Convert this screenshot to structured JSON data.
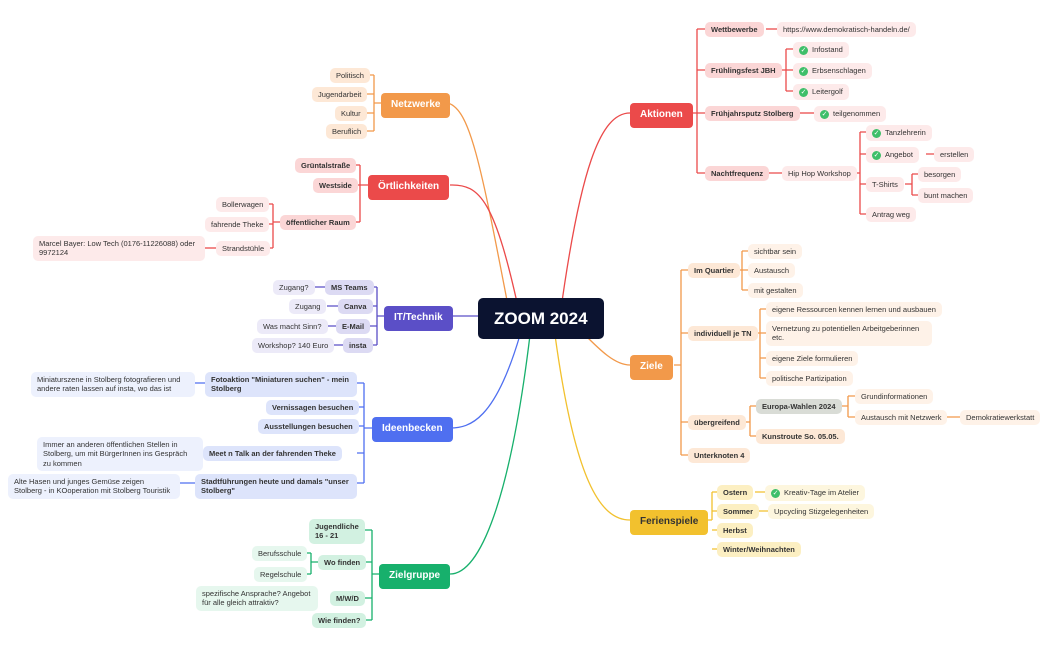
{
  "title": "ZOOM 2024",
  "colors": {
    "root_bg": "#0b1330",
    "Netzwerke": "#f2994a",
    "Oertlichkeiten": "#eb4a4a",
    "IT": "#5b4fc7",
    "Ideenbecken": "#4f6ff0",
    "Zielgruppe": "#17b06c",
    "Aktionen": "#eb4a4a",
    "Ziele": "#f2994a",
    "Ferienspiele": "#f2c12e"
  },
  "branches": {
    "netzwerke": {
      "label": "Netzwerke",
      "children": [
        "Politisch",
        "Jugendarbeit",
        "Kultur",
        "Beruflich"
      ]
    },
    "oertlichkeiten": {
      "label": "Örtlichkeiten",
      "gruental": "Grüntalstraße",
      "westside": "Westside",
      "oeffentlich": "öffentlicher Raum",
      "bollerwagen": "Bollerwagen",
      "theke": "fahrende Theke",
      "strandstuehle": "Strandstühle",
      "marcel": "Marcel Bayer: Low Tech (0176-11226088) oder 9972124"
    },
    "it": {
      "label": "IT/Technik",
      "items": [
        {
          "label": "MS Teams",
          "note": "Zugang?"
        },
        {
          "label": "Canva",
          "note": "Zugang"
        },
        {
          "label": "E-Mail",
          "note": "Was macht Sinn?"
        },
        {
          "label": "insta",
          "note": "Workshop? 140 Euro"
        }
      ]
    },
    "ideenbecken": {
      "label": "Ideenbecken",
      "fotoaktion": "Fotoaktion \"Miniaturen suchen\" - mein Stolberg",
      "fotoaktion_note": "Miniaturszene in Stolberg fotografieren und andere raten lassen auf insta, wo das ist",
      "vernissagen": "Vernissagen besuchen",
      "ausstellungen": "Ausstellungen besuchen",
      "meet": "Meet n Talk an der fahrenden Theke",
      "meet_note": "Immer an anderen öffentlichen Stellen in Stolberg, um mit BürgerInnen ins Gespräch zu kommen",
      "stadt": "Stadtführungen heute und damals \"unser Stolberg\"",
      "stadt_note": "Alte Hasen und junges Gemüse zeigen Stolberg - in KOoperation mit Stolberg Touristik"
    },
    "zielgruppe": {
      "label": "Zielgruppe",
      "jugendliche": "Jugendliche 16 - 21",
      "wofinden": "Wo finden",
      "berufsschule": "Berufsschule",
      "regelschule": "Regelschule",
      "mwd": "M/W/D",
      "mwd_note": "spezifische Ansprache? Angebot für alle gleich attraktiv?",
      "wiefinden": "Wie finden?"
    },
    "aktionen": {
      "label": "Aktionen",
      "wettbewerbe": "Wettbewerbe",
      "url": "https://www.demokratisch-handeln.de/",
      "fruehlingsfest": "Frühlingsfest JBH",
      "infostand": "Infostand",
      "erbsenschlagen": "Erbsenschlagen",
      "leitergolf": "Leitergolf",
      "putz": "Frühjahrsputz Stolberg",
      "teilgenommen": "teilgenommen",
      "nachtfrequenz": "Nachtfrequenz",
      "hiphop": "Hip Hop Workshop",
      "tanzlehrerin": "Tanzlehrerin",
      "angebot": "Angebot",
      "erstellen": "erstellen",
      "tshirts": "T-Shirts",
      "besorgen": "besorgen",
      "buntmachen": "bunt machen",
      "antragweg": "Antrag weg"
    },
    "ziele": {
      "label": "Ziele",
      "quartier": "Im Quartier",
      "sichtbar": "sichtbar sein",
      "austausch": "Austausch",
      "mitgestalten": "mit gestalten",
      "individuell": "individuell je TN",
      "ressourcen": "eigene Ressourcen kennen lernen und ausbauen",
      "vernetzung": "Vernetzung zu potentiellen Arbeitgeberinnen etc.",
      "eigeneziele": "eigene Ziele formulieren",
      "partizipation": "politische Partizipation",
      "uebergreifend": "übergreifend",
      "europa": "Europa-Wahlen 2024",
      "grundinfo": "Grundinformationen",
      "austauschnetz": "Austausch mit Netzwerk",
      "demokratiewerkstatt": "Demokratiewerkstatt",
      "kunstroute": "Kunstroute So. 05.05.",
      "unterknoten": "Unterknoten 4"
    },
    "ferienspiele": {
      "label": "Ferienspiele",
      "ostern": "Ostern",
      "kreativ": "Kreativ-Tage im Atelier",
      "sommer": "Sommer",
      "upcycling": "Upcycling Stizgelegenheiten",
      "herbst": "Herbst",
      "winter": "Winter/Weihnachten"
    }
  }
}
